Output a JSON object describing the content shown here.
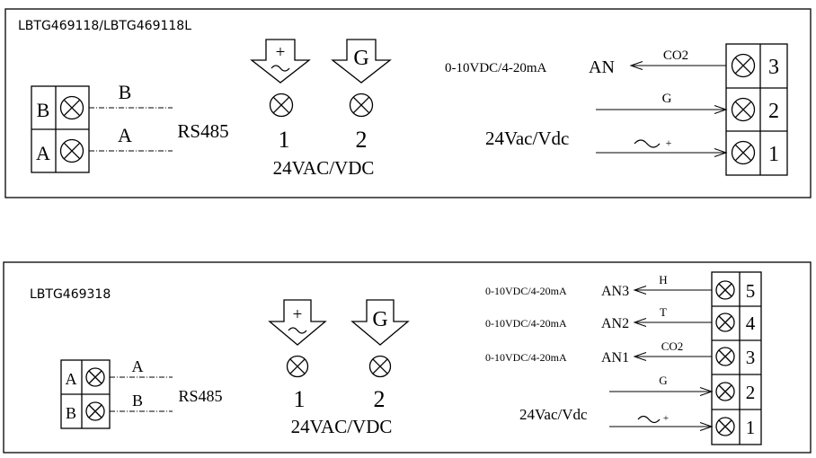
{
  "panel1": {
    "title": "LBTG469118/LBTG469118L",
    "left_terminals": [
      "B",
      "A"
    ],
    "left_wire_labels": [
      "B",
      "A"
    ],
    "bus_label": "RS485",
    "power_symbols": [
      "+",
      "G"
    ],
    "power_numbers": [
      "1",
      "2"
    ],
    "power_label": "24VAC/VDC",
    "output_range": "0-10VDC/4-20mA",
    "output_name": "AN",
    "wire_labels": [
      "CO2",
      "G"
    ],
    "plus_sign": "+",
    "supply_label": "24Vac/Vdc",
    "right_terminals": [
      "3",
      "2",
      "1"
    ]
  },
  "panel2": {
    "title": "LBTG469318",
    "left_terminals": [
      "A",
      "B"
    ],
    "left_wire_labels": [
      "A",
      "B"
    ],
    "bus_label": "RS485",
    "power_symbols": [
      "+",
      "G"
    ],
    "power_numbers": [
      "1",
      "2"
    ],
    "power_label": "24VAC/VDC",
    "outputs": [
      {
        "range": "0-10VDC/4-20mA",
        "name": "AN3",
        "wire": "H"
      },
      {
        "range": "0-10VDC/4-20mA",
        "name": "AN2",
        "wire": "T"
      },
      {
        "range": "0-10VDC/4-20mA",
        "name": "AN1",
        "wire": "CO2"
      }
    ],
    "ground_wire": "G",
    "plus_sign": "+",
    "supply_label": "24Vac/Vdc",
    "right_terminals": [
      "5",
      "4",
      "3",
      "2",
      "1"
    ]
  }
}
